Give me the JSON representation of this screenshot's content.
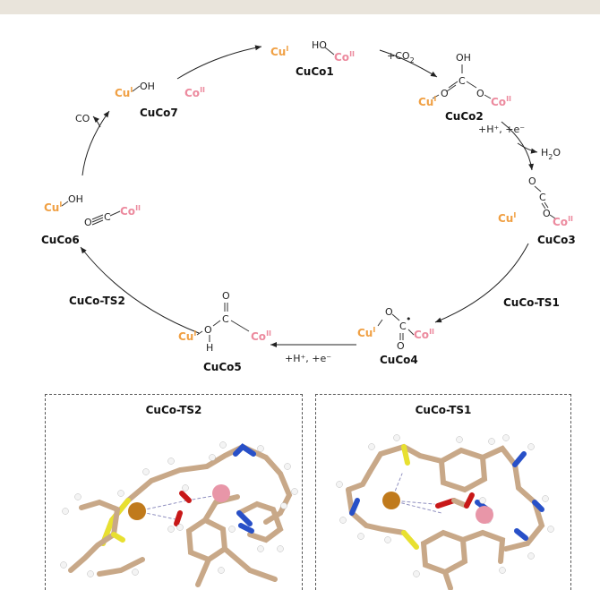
{
  "scheme": {
    "cu_label": "Cu",
    "co_label": "Co",
    "ox_I": "I",
    "ox_II": "II",
    "species": {
      "cuco1": "CuCo1",
      "cuco2": "CuCo2",
      "cuco3": "CuCo3",
      "cuco4": "CuCo4",
      "cuco5": "CuCo5",
      "cuco6": "CuCo6",
      "cuco7": "CuCo7",
      "ts1": "CuCo-TS1",
      "ts2": "CuCo-TS2"
    },
    "atoms": {
      "ho": "HO",
      "oh": "OH",
      "o": "O",
      "c": "C",
      "h": "H",
      "co_mol": "CO",
      "h2o_H": "H",
      "h2o_2": "2",
      "h2o_O": "O"
    },
    "steps": {
      "add_co2_prefix": "+CO",
      "add_co2_sub": "2",
      "proton_electron": "+H⁺, +e⁻"
    }
  },
  "panels": [
    {
      "title": "CuCo-TS2"
    },
    {
      "title": "CuCo-TS1"
    }
  ],
  "colors": {
    "cu": "#f0a044",
    "co": "#ec8a9e",
    "carbon": "#c8a888",
    "sulfur": "#e8e030",
    "nitrogen": "#2850c8",
    "oxygen": "#c81818",
    "hydrogen": "#f4f4f4"
  }
}
